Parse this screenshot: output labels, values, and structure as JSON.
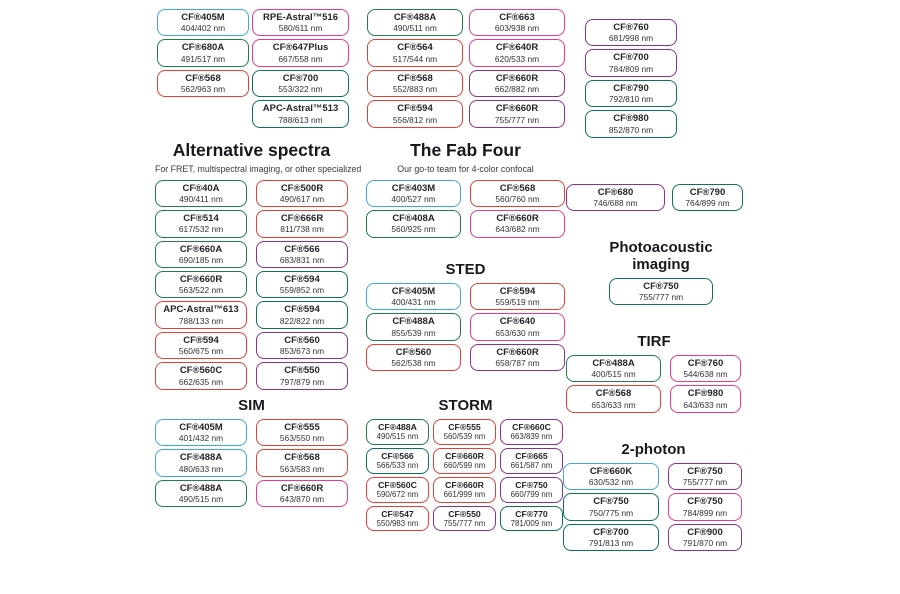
{
  "colors": {
    "blue": "#3fa7e0",
    "green": "#1f7f47",
    "teal": "#0e6f60",
    "red": "#e04036",
    "pink": "#e8388f",
    "purple": "#8b2f90"
  },
  "groups": [
    {
      "title": "",
      "subtitle": "",
      "pills": [
        {
          "name": "CF®405M",
          "value": "404/402 nm",
          "color": "blue"
        },
        {
          "name": "CF®680A",
          "value": "491/517 nm",
          "color": "green"
        },
        {
          "name": "CF®568",
          "value": "562/963 nm",
          "color": "red"
        }
      ]
    },
    {
      "title": "",
      "subtitle": "",
      "pills": [
        {
          "name": "RPE-Astral™516",
          "value": "580/611 nm",
          "color": "pink"
        },
        {
          "name": "CF®647Plus",
          "value": "667/558 nm",
          "color": "pink"
        },
        {
          "name": "CF®700",
          "value": "553/322 nm",
          "color": "teal"
        },
        {
          "name": "APC-Astral™513",
          "value": "788/613 nm",
          "color": "teal"
        }
      ]
    },
    {
      "title": "",
      "subtitle": "",
      "pills": [
        {
          "name": "CF®488A",
          "value": "490/511 nm",
          "color": "green"
        },
        {
          "name": "CF®564",
          "value": "517/544 nm",
          "color": "red"
        },
        {
          "name": "CF®568",
          "value": "552/883 nm",
          "color": "red"
        },
        {
          "name": "CF®594",
          "value": "556/812 nm",
          "color": "red"
        }
      ]
    },
    {
      "title": "",
      "subtitle": "",
      "pills": [
        {
          "name": "CF®663",
          "value": "603/938 nm",
          "color": "pink"
        },
        {
          "name": "CF®640R",
          "value": "620/533 nm",
          "color": "pink"
        },
        {
          "name": "CF®660R",
          "value": "662/882 nm",
          "color": "purple"
        },
        {
          "name": "CF®660R",
          "value": "755/777 nm",
          "color": "purple"
        }
      ]
    },
    {
      "title": "",
      "subtitle": "",
      "pills": [
        {
          "name": "CF®760",
          "value": "681/998 nm",
          "color": "purple"
        },
        {
          "name": "CF®700",
          "value": "784/809 nm",
          "color": "purple"
        },
        {
          "name": "CF®790",
          "value": "792/810 nm",
          "color": "teal"
        },
        {
          "name": "CF®980",
          "value": "852/870 nm",
          "color": "teal"
        }
      ]
    },
    {
      "title": "Alternative spectra",
      "subtitle": "For FRET, multispectral imaging, or other specialized",
      "pills": [
        {
          "name": "CF®40A",
          "value": "490/411 nm",
          "color": "green"
        },
        {
          "name": "CF®500R",
          "value": "490/617 nm",
          "color": "red"
        },
        {
          "name": "CF®514",
          "value": "617/532 nm",
          "color": "green"
        },
        {
          "name": "CF®666R",
          "value": "811/738 nm",
          "color": "red"
        },
        {
          "name": "CF®660A",
          "value": "690/185 nm",
          "color": "green"
        },
        {
          "name": "CF®566",
          "value": "683/831 nm",
          "color": "purple"
        },
        {
          "name": "CF®660R",
          "value": "563/522 nm",
          "color": "green"
        },
        {
          "name": "CF®594",
          "value": "559/852 nm",
          "color": "teal"
        },
        {
          "name": "APC-Astral™613",
          "value": "788/133 nm",
          "color": "red"
        },
        {
          "name": "CF®594",
          "value": "822/822 nm",
          "color": "teal"
        },
        {
          "name": "CF®594",
          "value": "560/675 nm",
          "color": "red"
        },
        {
          "name": "CF®560",
          "value": "853/673 nm",
          "color": "purple"
        },
        {
          "name": "CF®560C",
          "value": "662/635 nm",
          "color": "red"
        },
        {
          "name": "CF®550",
          "value": "797/879 nm",
          "color": "purple"
        }
      ]
    },
    {
      "title": "The Fab Four",
      "subtitle": "Our go-to team for 4-color confocal",
      "pills": [
        {
          "name": "CF®403M",
          "value": "400/527 nm",
          "color": "blue"
        },
        {
          "name": "CF®568",
          "value": "560/760 nm",
          "color": "red"
        },
        {
          "name": "CF®408A",
          "value": "560/925 nm",
          "color": "green"
        },
        {
          "name": "CF®660R",
          "value": "643/682 nm",
          "color": "pink"
        }
      ]
    },
    {
      "title": "STED",
      "subtitle": "",
      "pills": [
        {
          "name": "CF®405M",
          "value": "400/431 nm",
          "color": "blue"
        },
        {
          "name": "CF®594",
          "value": "559/519 nm",
          "color": "red"
        },
        {
          "name": "CF®488A",
          "value": "855/539 nm",
          "color": "green"
        },
        {
          "name": "CF®640",
          "value": "653/630 nm",
          "color": "pink"
        },
        {
          "name": "CF®560",
          "value": "562/538 nm",
          "color": "red"
        },
        {
          "name": "CF®660R",
          "value": "658/787 nm",
          "color": "purple"
        }
      ]
    },
    {
      "title": "",
      "subtitle": "",
      "pills": [
        {
          "name": "CF®680",
          "value": "746/688 nm",
          "color": "purple"
        },
        {
          "name": "CF®790",
          "value": "764/899 nm",
          "color": "teal"
        }
      ]
    },
    {
      "title": "Photoacoustic imaging",
      "subtitle": "",
      "pills": [
        {
          "name": "CF®750",
          "value": "755/777 nm",
          "color": "teal"
        }
      ]
    },
    {
      "title": "TIRF",
      "subtitle": "",
      "pills": [
        {
          "name": "CF®488A",
          "value": "400/515 nm",
          "color": "green"
        },
        {
          "name": "CF®760",
          "value": "544/638 nm",
          "color": "pink"
        },
        {
          "name": "CF®568",
          "value": "653/633 nm",
          "color": "red"
        },
        {
          "name": "CF®980",
          "value": "643/633 nm",
          "color": "pink"
        }
      ]
    },
    {
      "title": "SIM",
      "subtitle": "",
      "pills": [
        {
          "name": "CF®405M",
          "value": "401/432 nm",
          "color": "blue"
        },
        {
          "name": "CF®555",
          "value": "563/550 nm",
          "color": "red"
        },
        {
          "name": "CF®488A",
          "value": "480/633 nm",
          "color": "blue"
        },
        {
          "name": "CF®568",
          "value": "563/583 nm",
          "color": "red"
        },
        {
          "name": "CF®488A",
          "value": "490/515 nm",
          "color": "green"
        },
        {
          "name": "CF®660R",
          "value": "643/870 nm",
          "color": "pink"
        }
      ]
    },
    {
      "title": "STORM",
      "subtitle": "",
      "pills": [
        {
          "name": "CF®488A",
          "value": "490/515 nm",
          "color": "green"
        },
        {
          "name": "CF®555",
          "value": "560/539 nm",
          "color": "red"
        },
        {
          "name": "CF®660C",
          "value": "663/839 nm",
          "color": "purple"
        },
        {
          "name": "CF®566",
          "value": "566/533 nm",
          "color": "teal"
        },
        {
          "name": "CF®660R",
          "value": "660/599 nm",
          "color": "red"
        },
        {
          "name": "CF®665",
          "value": "661/587 nm",
          "color": "purple"
        },
        {
          "name": "CF®560C",
          "value": "590/672 nm",
          "color": "red"
        },
        {
          "name": "CF®660R",
          "value": "661/999 nm",
          "color": "red"
        },
        {
          "name": "CF®750",
          "value": "660/799 nm",
          "color": "purple"
        },
        {
          "name": "CF®547",
          "value": "550/983 nm",
          "color": "red"
        },
        {
          "name": "CF®550",
          "value": "755/777 nm",
          "color": "purple"
        },
        {
          "name": "CF®770",
          "value": "781/009 nm",
          "color": "teal"
        }
      ]
    },
    {
      "title": "2-photon",
      "subtitle": "",
      "pills": [
        {
          "name": "CF®660K",
          "value": "630/532 nm",
          "color": "blue"
        },
        {
          "name": "CF®750",
          "value": "755/777 nm",
          "color": "purple"
        },
        {
          "name": "CF®750",
          "value": "750/775 nm",
          "color": "teal"
        },
        {
          "name": "CF®750",
          "value": "784/899 nm",
          "color": "pink"
        },
        {
          "name": "CF®700",
          "value": "791/813 nm",
          "color": "teal"
        },
        {
          "name": "CF®900",
          "value": "791/870 nm",
          "color": "purple"
        }
      ]
    }
  ]
}
